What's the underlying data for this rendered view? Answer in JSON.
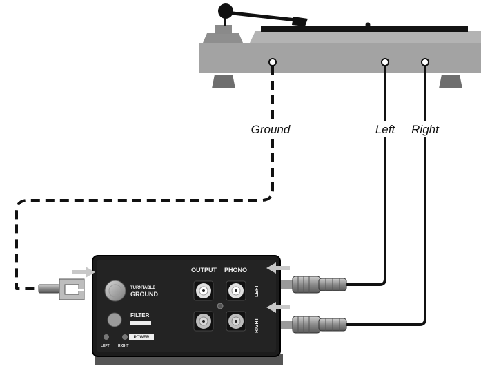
{
  "wire_labels": {
    "ground": "Ground",
    "left": "Left",
    "right": "Right"
  },
  "preamp": {
    "output_label": "OUTPUT",
    "phono_label": "PHONO",
    "left_channel_label": "LEFT",
    "right_channel_label": "RIGHT",
    "turntable_label": "TURNTABLE",
    "ground_label": "GROUND",
    "filter_label": "FILTER",
    "power_label": "POWER",
    "led_left_label": "LEFT",
    "led_right_label": "RIGHT"
  },
  "colors": {
    "turntable_body": "#a3a3a3",
    "turntable_feet": "#6e6e6e",
    "preamp_body": "#1c1c1c",
    "cable": "#111111",
    "arrow": "#c8c8c8"
  }
}
